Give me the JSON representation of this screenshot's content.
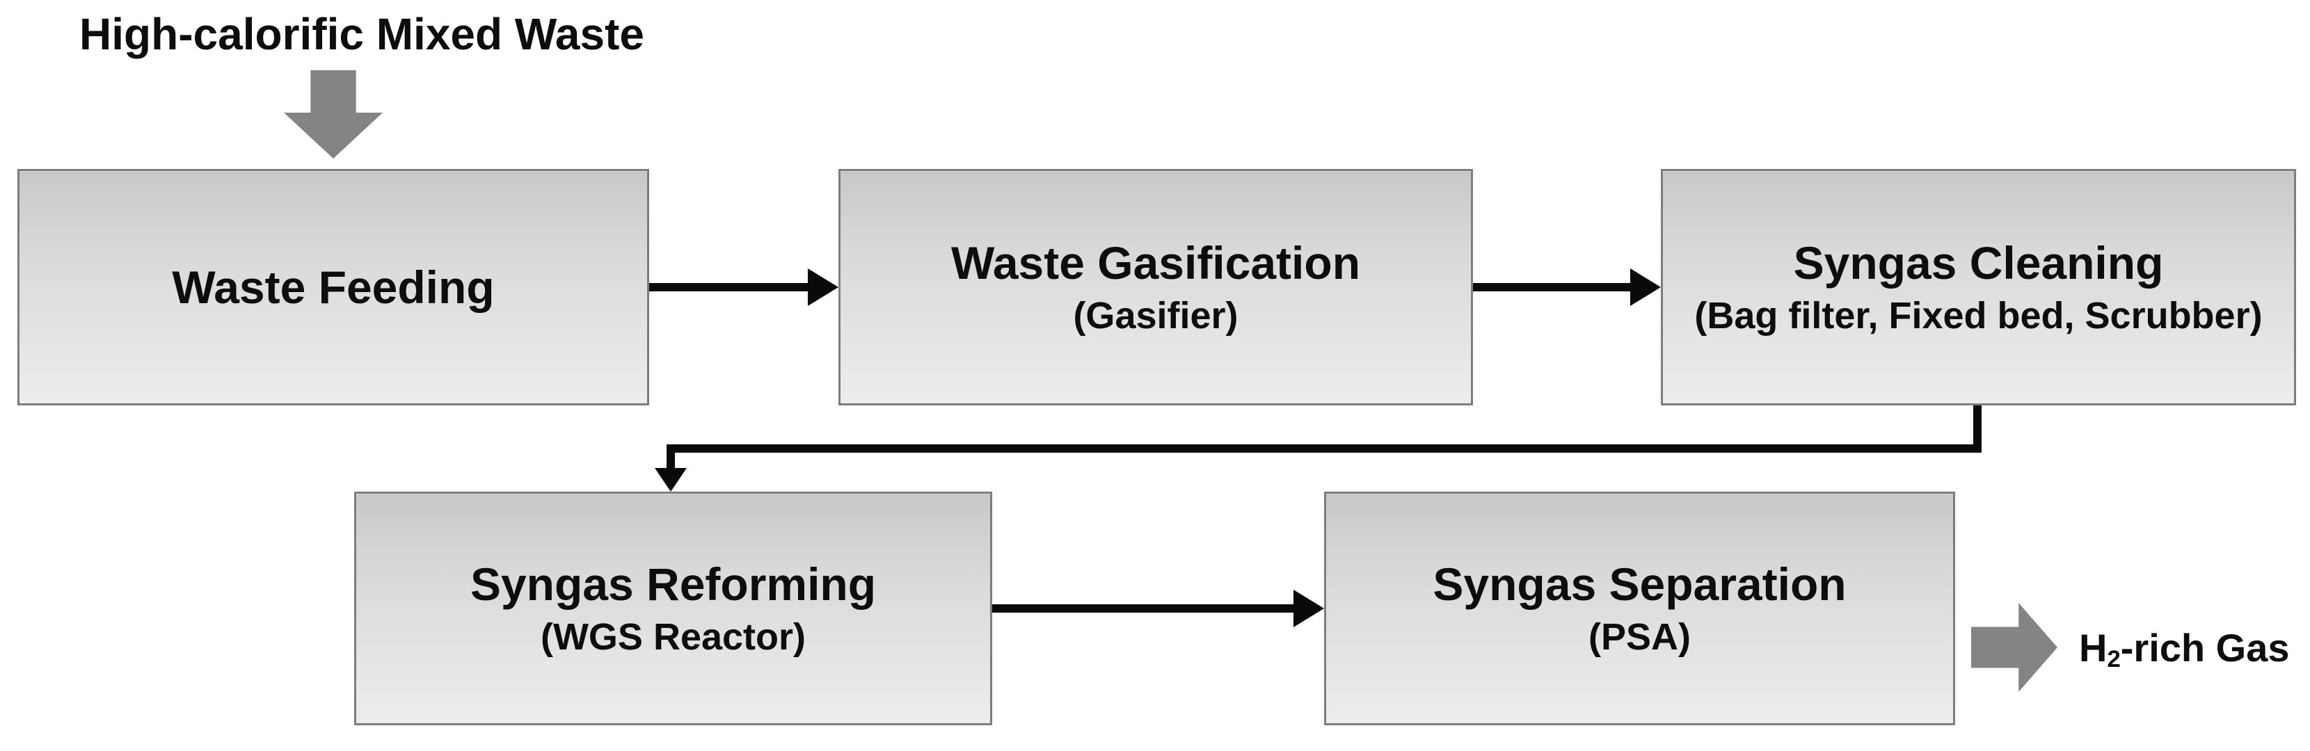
{
  "diagram": {
    "input_label": "High-calorific Mixed Waste",
    "boxes": [
      {
        "id": "waste-feeding",
        "title": "Waste Feeding"
      },
      {
        "id": "waste-gasification",
        "title": "Waste Gasification",
        "subtitle": "(Gasifier)"
      },
      {
        "id": "syngas-cleaning",
        "title": "Syngas Cleaning",
        "subtitle": "(Bag filter, Fixed bed, Scrubber)"
      },
      {
        "id": "syngas-reforming",
        "title": "Syngas Reforming",
        "subtitle": "(WGS Reactor)"
      },
      {
        "id": "syngas-separation",
        "title": "Syngas Separation",
        "subtitle": "(PSA)"
      }
    ],
    "output_label": {
      "prefix": "H",
      "subscript": "2",
      "suffix": "-rich Gas"
    },
    "flow": [
      {
        "from": "High-calorific Mixed Waste",
        "to": "Waste Feeding",
        "style": "gray-block-arrow-down"
      },
      {
        "from": "Waste Feeding",
        "to": "Waste Gasification",
        "style": "black-arrow-right"
      },
      {
        "from": "Waste Gasification",
        "to": "Syngas Cleaning",
        "style": "black-arrow-right"
      },
      {
        "from": "Syngas Cleaning",
        "to": "Syngas Reforming",
        "style": "black-elbow-arrow-down"
      },
      {
        "from": "Syngas Reforming",
        "to": "Syngas Separation",
        "style": "black-arrow-right"
      },
      {
        "from": "Syngas Separation",
        "to": "H2-rich Gas",
        "style": "gray-block-arrow-right"
      }
    ],
    "colors": {
      "background": "#ffffff",
      "box_fill_top": "#c8c8c8",
      "box_fill_bottom": "#ededed",
      "box_border": "#7d7d7d",
      "connector_black": "#0a0a0a",
      "block_arrow_gray": "#848484",
      "text": "#0d0d0d"
    }
  }
}
